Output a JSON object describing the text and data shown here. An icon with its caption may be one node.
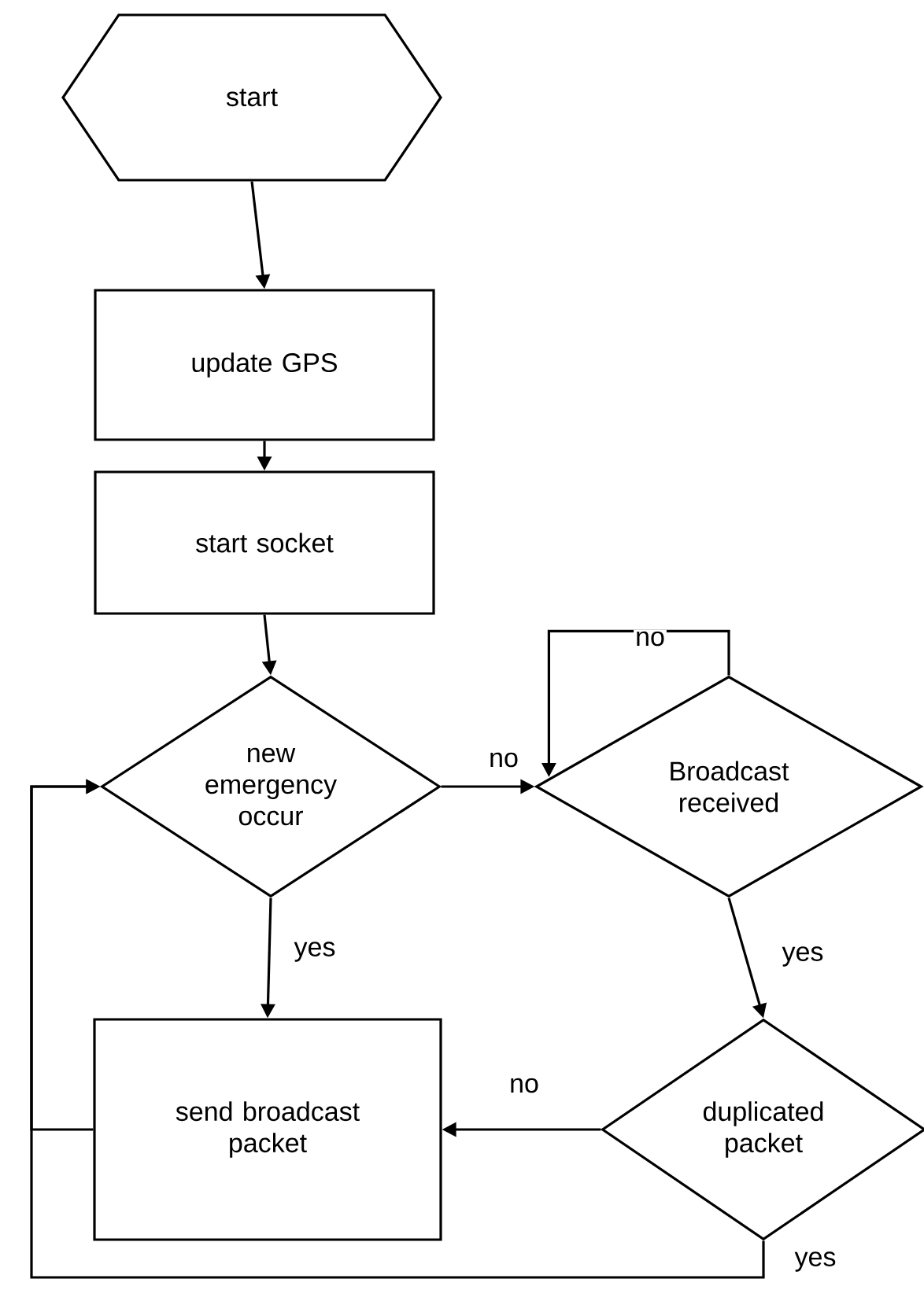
{
  "diagram": {
    "nodes": [
      {
        "text": [
          "start"
        ]
      },
      {
        "text": [
          "update GPS"
        ]
      },
      {
        "text": [
          "start socket"
        ]
      },
      {
        "text": [
          "new emergency occur"
        ]
      },
      {
        "text": [
          "send broadcast packet"
        ]
      },
      {
        "text": [
          "Broadcast received"
        ]
      },
      {
        "text": [
          "duplicated packet"
        ]
      }
    ],
    "edges": [
      {
        "from": 0,
        "to": 1,
        "arrow": "to"
      },
      {
        "from": 1,
        "to": 2,
        "arrow": "to"
      },
      {
        "from": 2,
        "to": 3,
        "arrow": "to"
      },
      {
        "from": 3,
        "to": 4,
        "arrow": "to",
        "label": "yes"
      },
      {
        "from": 3,
        "to": 5,
        "arrow": "to",
        "label": "no"
      },
      {
        "from": 5,
        "to": 5,
        "arrow": "to",
        "label": "no"
      },
      {
        "from": 5,
        "to": 6,
        "arrow": "to",
        "label": "yes"
      },
      {
        "from": 6,
        "to": 4,
        "arrow": "to",
        "label": "no"
      },
      {
        "from": 4,
        "to": 3,
        "arrow": "to"
      },
      {
        "from": 6,
        "to": 3,
        "arrow": "to",
        "label": "yes"
      }
    ]
  }
}
